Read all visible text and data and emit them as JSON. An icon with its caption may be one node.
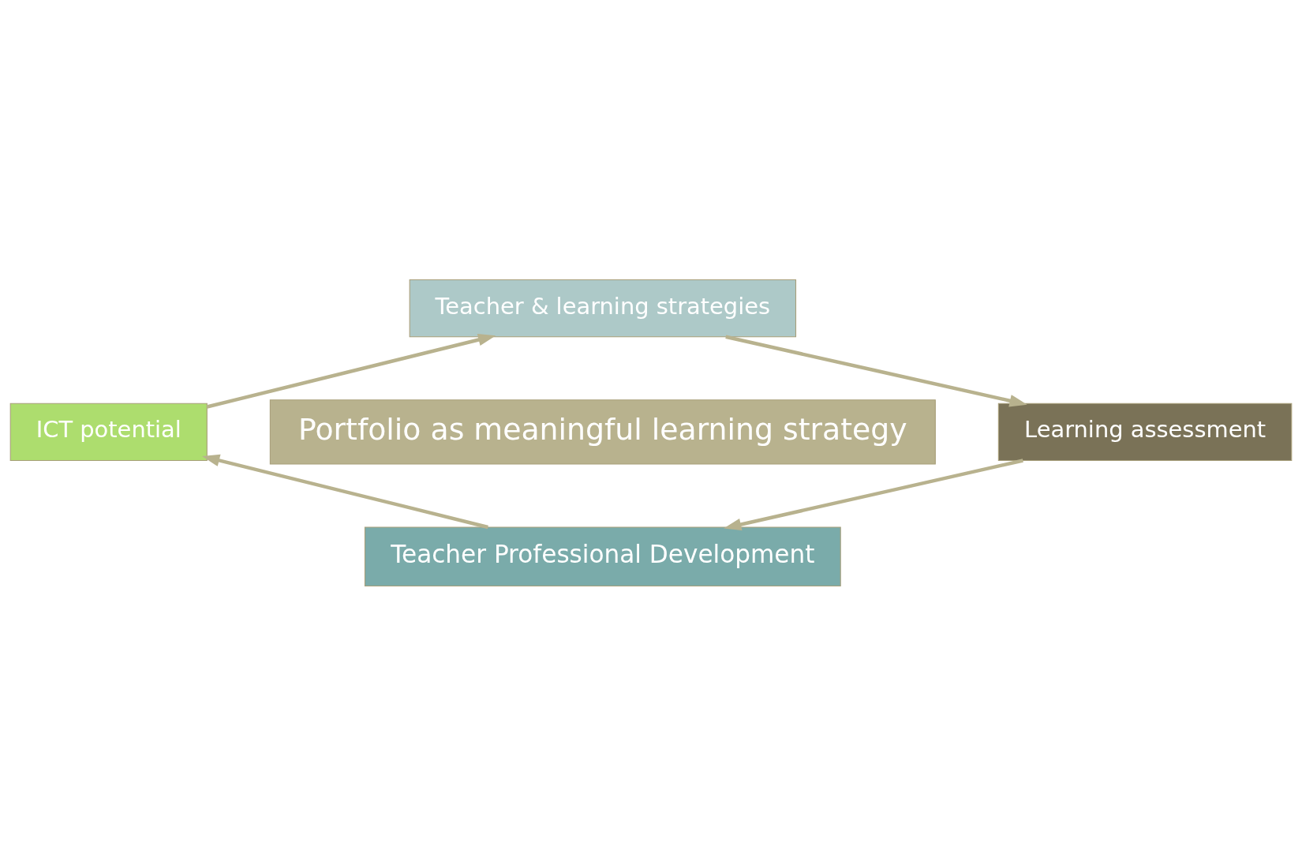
{
  "diagram": {
    "nodes": [
      {
        "text": [
          "Teacher & learning strategies"
        ]
      },
      {
        "text": [
          "Portfolio as meaningful learning strategy"
        ]
      },
      {
        "text": [
          "ICT potential"
        ]
      },
      {
        "text": [
          "Learning assessment"
        ]
      },
      {
        "text": [
          "Teacher Professional Development"
        ]
      }
    ],
    "edges": [
      {
        "from": 2,
        "to": 0,
        "arrow": "to"
      },
      {
        "from": 0,
        "to": 3,
        "arrow": "to"
      },
      {
        "from": 3,
        "to": 4,
        "arrow": "to"
      },
      {
        "from": 4,
        "to": 2,
        "arrow": "to"
      }
    ]
  }
}
